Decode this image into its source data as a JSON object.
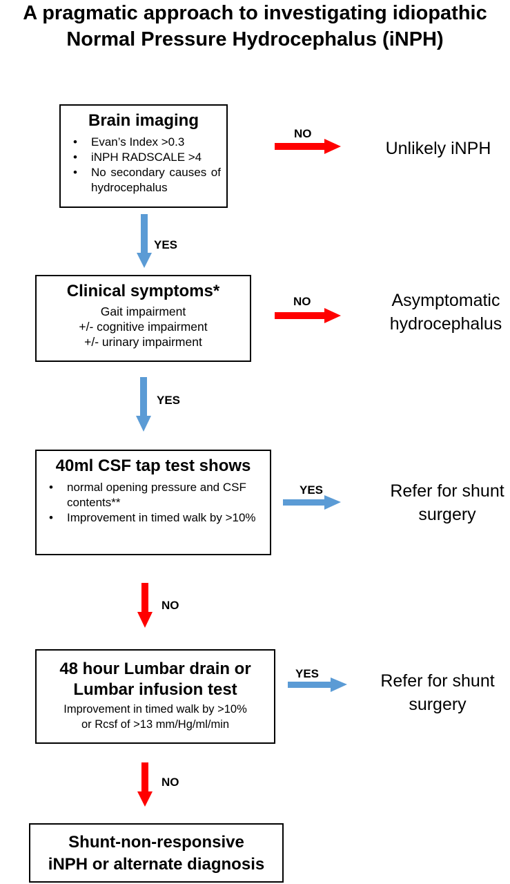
{
  "title": {
    "line1": "A pragmatic approach to investigating idiopathic",
    "line2": "Normal Pressure Hydrocephalus (iNPH)"
  },
  "nodes": {
    "brain_imaging": {
      "heading": "Brain imaging",
      "items": [
        "Evan’s Index >0.3",
        "iNPH RADSCALE >4",
        "No secondary causes of hydrocephalus"
      ]
    },
    "clinical_symptoms": {
      "heading": "Clinical symptoms*",
      "lines": [
        "Gait impairment",
        "+/- cognitive impairment",
        "+/- urinary impairment"
      ]
    },
    "csf_tap": {
      "heading": "40ml CSF tap test shows",
      "items": [
        "normal opening pressure and CSF contents**",
        "Improvement in timed walk by >10%"
      ]
    },
    "lumbar_test": {
      "heading_lines": [
        "48 hour Lumbar drain or",
        "Lumbar infusion test"
      ],
      "lines": [
        "Improvement in timed walk by >10%",
        "or Rcsf of >13 mm/Hg/ml/min"
      ]
    },
    "shunt_non_responsive": {
      "heading_lines": [
        "Shunt-non-responsive",
        "iNPH or alternate diagnosis"
      ]
    }
  },
  "outcomes": {
    "unlikely": [
      "Unlikely iNPH"
    ],
    "asymptomatic": [
      "Asymptomatic",
      "hydrocephalus"
    ],
    "refer_1": [
      "Refer for shunt",
      "surgery"
    ],
    "refer_2": [
      "Refer for shunt",
      "surgery"
    ]
  },
  "edge_labels": {
    "imaging_no": "NO",
    "imaging_yes": "YES",
    "symptoms_no": "NO",
    "symptoms_yes": "YES",
    "tap_yes": "YES",
    "tap_no": "NO",
    "lumbar_yes": "YES",
    "lumbar_no": "NO"
  },
  "colors": {
    "yes_arrow": "#5b9bd5",
    "no_arrow": "#ff0000",
    "box_border": "#000000"
  }
}
